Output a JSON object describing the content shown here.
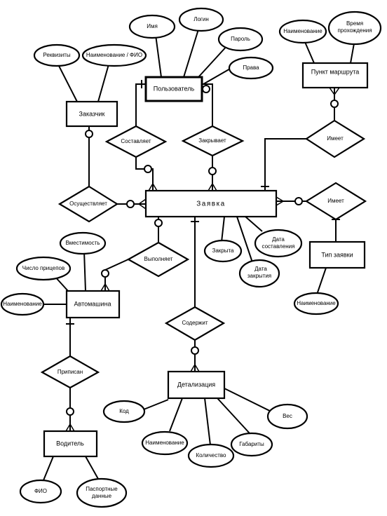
{
  "entities": {
    "user": "Пользователь",
    "customer": "Заказчик",
    "route_point": "Пункт маршрута",
    "order": "Заявка",
    "car": "Автомашина",
    "order_type": "Тип заявки",
    "detail": "Детализация",
    "driver": "Водитель"
  },
  "relationships": {
    "composes": "Составляет",
    "closes": "Закрывает",
    "has_route": "Имеет",
    "performs": "Осуществляет",
    "has_type": "Имеет",
    "executes": "Выполняет",
    "contains": "Содержит",
    "assigned": "Приписан"
  },
  "attributes": {
    "user_name": "Имя",
    "user_login": "Логин",
    "user_password": "Пароль",
    "user_rights": "Права",
    "cust_requisites": "Реквизиты",
    "cust_name": "Наименование / ФИО",
    "rp_name": "Наименование",
    "rp_time_1": "Время",
    "rp_time_2": "прохождения",
    "order_closed": "Закрыта",
    "order_date_closed_1": "Дата",
    "order_date_closed_2": "закрытия",
    "order_date_created_1": "Дата",
    "order_date_created_2": "составления",
    "car_capacity": "Вместимость",
    "car_trailers": "Число прицепов",
    "car_name": "Наименование",
    "type_name": "Наименование",
    "det_code": "Код",
    "det_weight": "Вес",
    "det_name": "Наименование",
    "det_qty": "Количество",
    "det_dims": "Габариты",
    "drv_fio": "ФИО",
    "drv_passport_1": "Паспортные",
    "drv_passport_2": "данные"
  }
}
